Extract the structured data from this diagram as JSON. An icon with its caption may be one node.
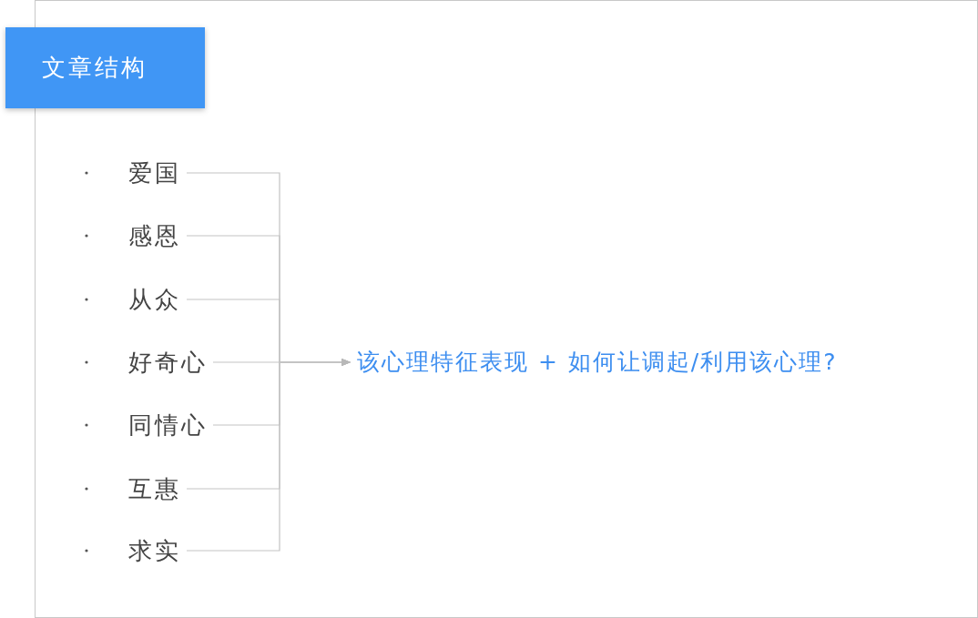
{
  "diagram": {
    "nodes": [
      {
        "text": [
          "文章结构"
        ]
      },
      {
        "text": [
          "爱国"
        ]
      },
      {
        "text": [
          "感恩"
        ]
      },
      {
        "text": [
          "从众"
        ]
      },
      {
        "text": [
          "好奇心"
        ]
      },
      {
        "text": [
          "同情心"
        ]
      },
      {
        "text": [
          "互惠"
        ]
      },
      {
        "text": [
          "求实"
        ]
      },
      {
        "text": [
          "该心理特征表现 + 如何让调起/利用该心理?"
        ]
      }
    ],
    "edges": [
      {
        "from": 1,
        "to": 8,
        "arrow": "to"
      },
      {
        "from": 2,
        "to": 8,
        "arrow": "to"
      },
      {
        "from": 3,
        "to": 8,
        "arrow": "to"
      },
      {
        "from": 4,
        "to": 8,
        "arrow": "to"
      },
      {
        "from": 5,
        "to": 8,
        "arrow": "to"
      },
      {
        "from": 6,
        "to": 8,
        "arrow": "to"
      },
      {
        "from": 7,
        "to": 8,
        "arrow": "to"
      }
    ]
  }
}
